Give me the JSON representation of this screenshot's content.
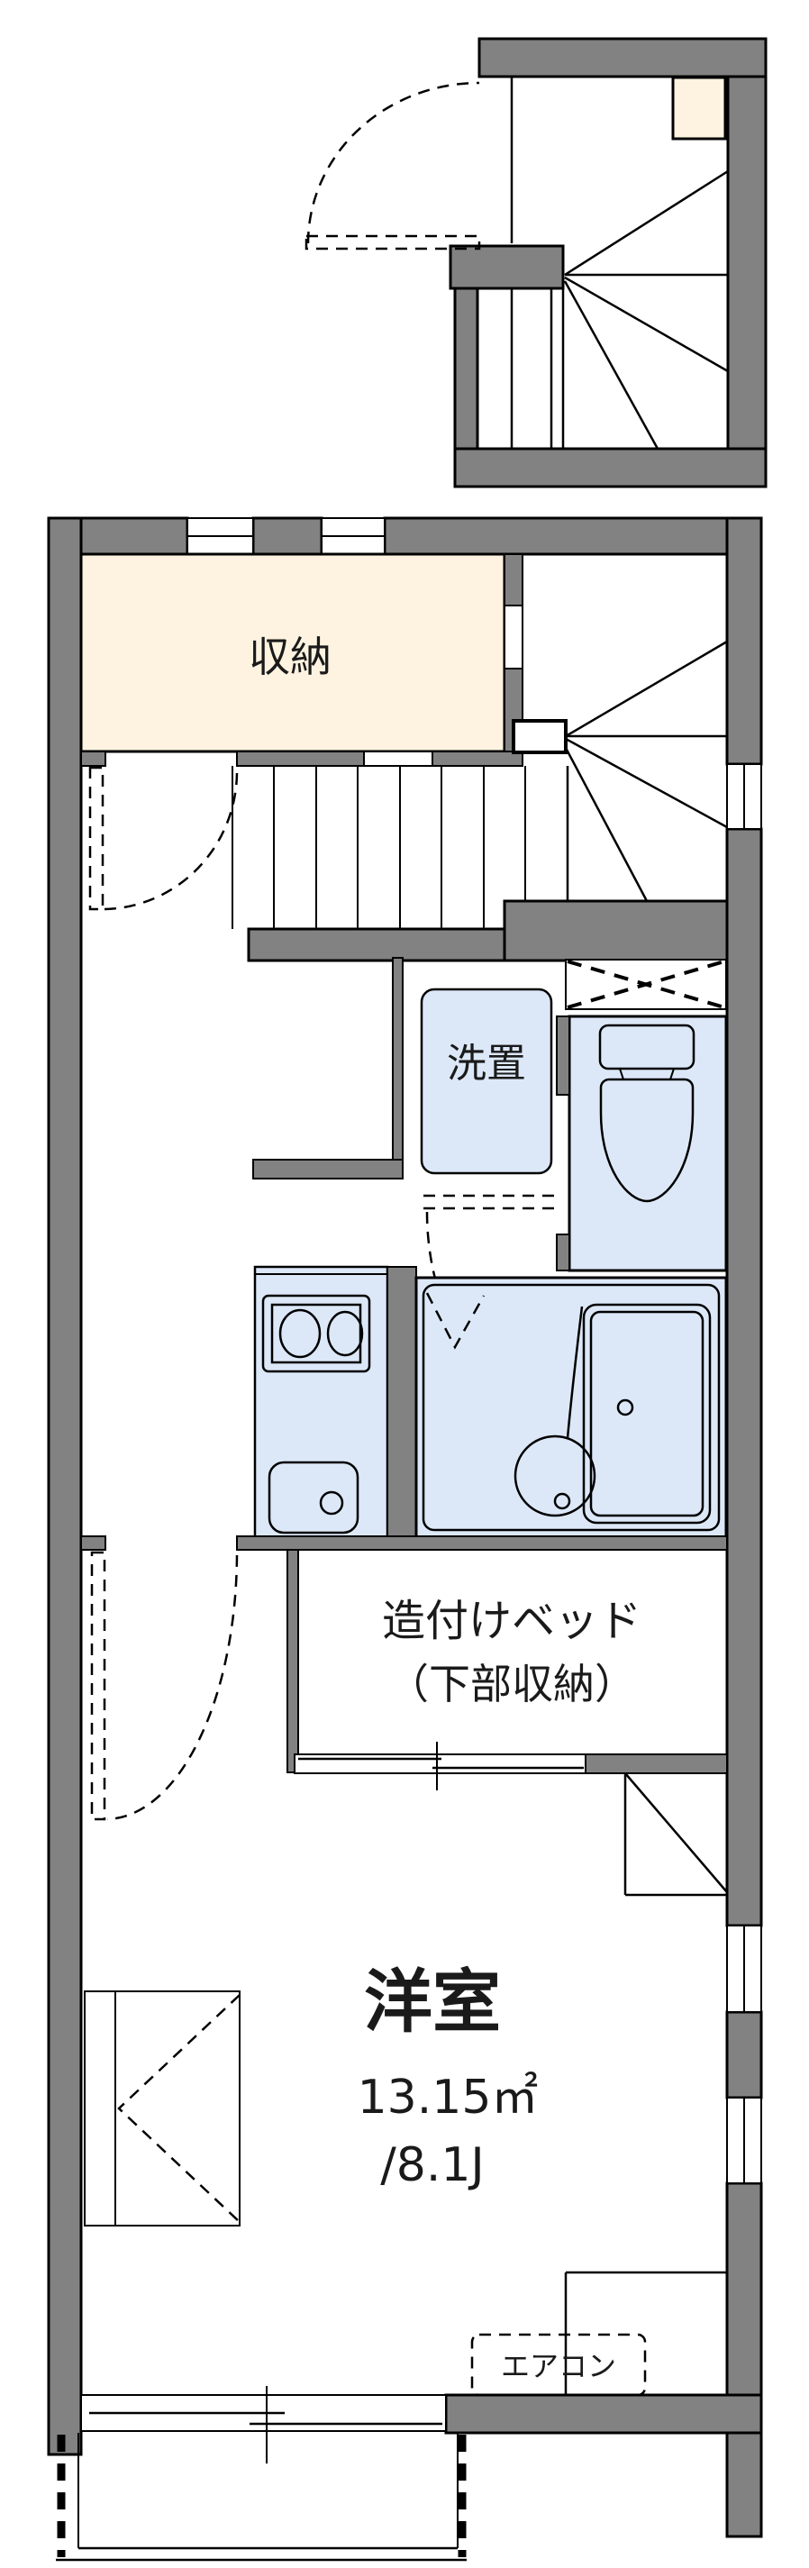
{
  "title": "apartment floor plan",
  "colors": {
    "wall": "#828282",
    "storage_fill": "#fdf3e0",
    "fixture_fill": "#dce8f8",
    "line": "#000000",
    "background": "#ffffff"
  },
  "rooms": {
    "storage": {
      "label": "収納"
    },
    "washer": {
      "label": "洗置"
    },
    "bed": {
      "label_line1": "造付けベッド",
      "label_line2": "（下部収納）"
    },
    "main_room": {
      "label": "洋室",
      "area_m2": "13.15㎡",
      "area_tatami": "/8.1J"
    },
    "aircon": {
      "label": "エアコン"
    }
  }
}
